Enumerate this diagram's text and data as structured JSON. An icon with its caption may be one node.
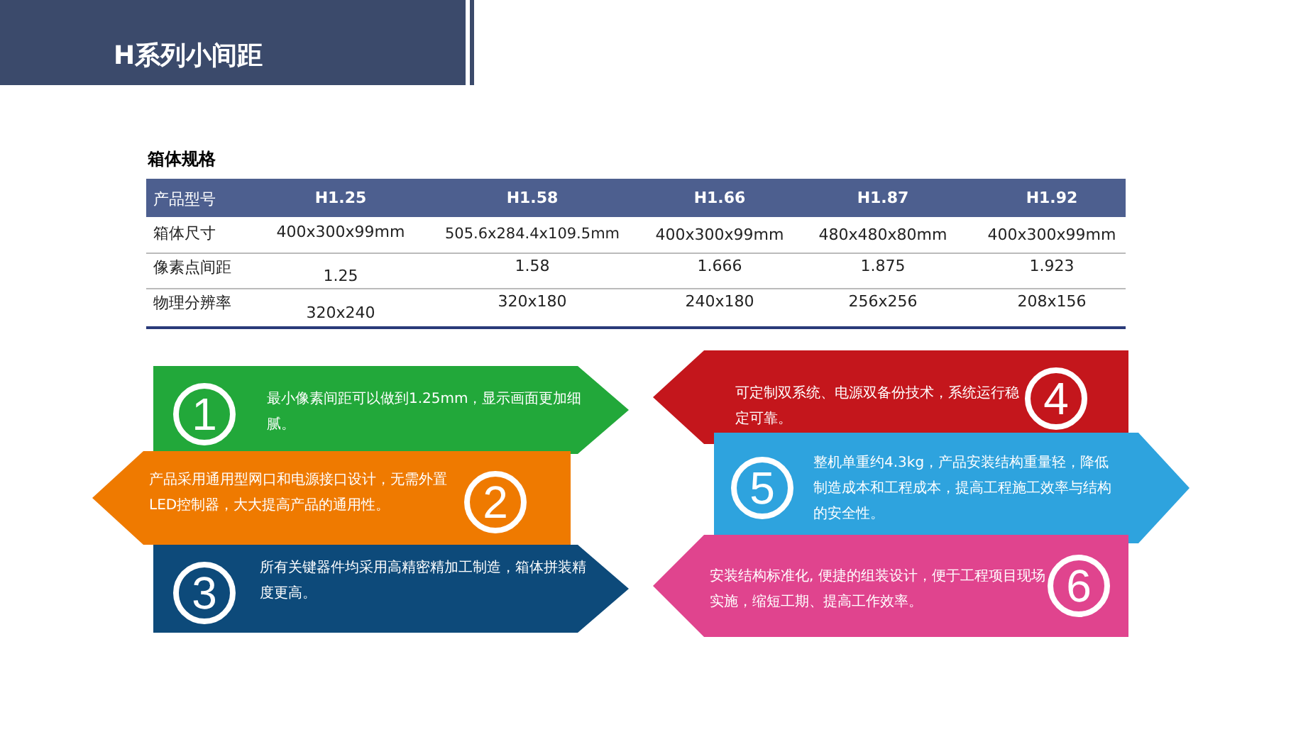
{
  "diagram": {
    "title": "H系列小间距",
    "nodes": [
      {
        "text": [
          "1",
          "最小像素间距可以做到1.25mm，显示画面更加细腻。"
        ]
      },
      {
        "text": [
          "产品采用通用型网口和电源接口设计，无需外置LED控制器，大大提高产品的通用性。",
          "2"
        ]
      },
      {
        "text": [
          "3",
          "所有关键器件均采用高精密精加工制造，箱体拼装精度更高。"
        ]
      },
      {
        "text": [
          "可定制双系统、电源双备份技术，系统运行稳定可靠。",
          "4"
        ]
      },
      {
        "text": [
          "5",
          "整机单重约4.3kg，产品安装结构重量轻，降低制造成本和工程成本，提高工程施工效率与结构的安全性。"
        ]
      },
      {
        "text": [
          "安装结构标准化, 便捷的组装设计，便于工程项目现场实施，缩短工期、提高工作效率。",
          "6"
        ]
      }
    ],
    "labels": [
      "箱体规格",
      "产品型号",
      "H1.25",
      "H1.58",
      "H1.66",
      "H1.87",
      "H1.92",
      "箱体尺寸",
      "400x300x99mm",
      "505.6x284.4x109.5mm",
      "400x300x99mm",
      "480x480x80mm",
      "400x300x99mm",
      "像素点间距",
      "1.25",
      "1.58",
      "1.666",
      "1.875",
      "1.923",
      "物理分辨率",
      "320x240",
      "320x180",
      "240x180",
      "256x256",
      "208x156"
    ]
  }
}
